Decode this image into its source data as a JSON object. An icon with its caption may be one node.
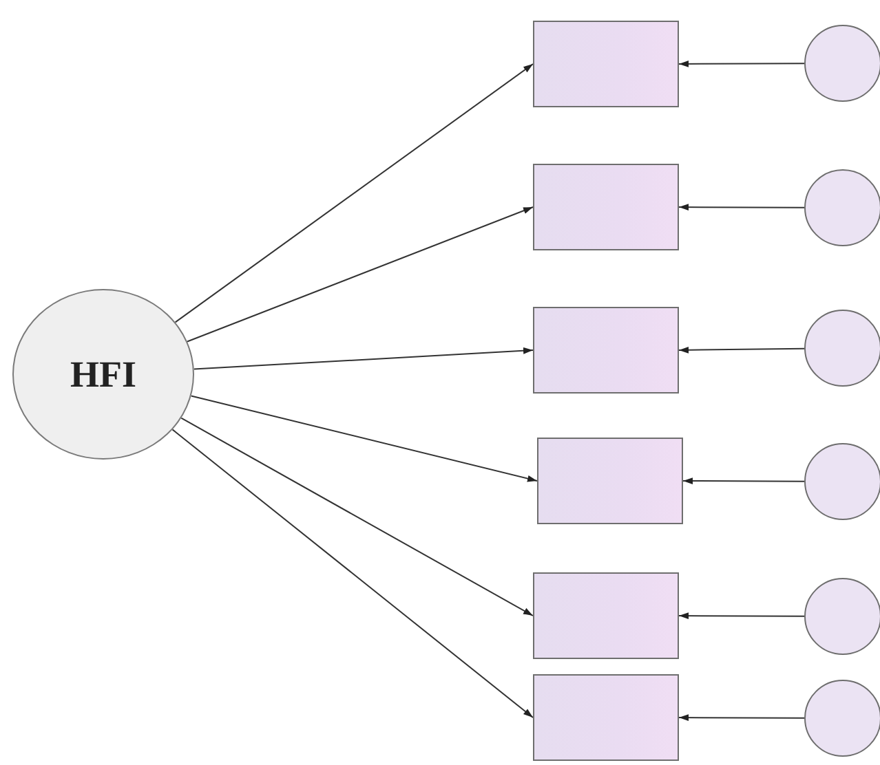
{
  "diagram": {
    "nodes": [
      {
        "text": [
          "HFI"
        ]
      },
      {
        "text": [],
        "shape": "box"
      },
      {
        "text": [],
        "shape": "box"
      },
      {
        "text": [],
        "shape": "box"
      },
      {
        "text": [],
        "shape": "box"
      },
      {
        "text": [],
        "shape": "box"
      },
      {
        "text": [],
        "shape": "box"
      },
      {
        "text": [],
        "shape": "circle"
      },
      {
        "text": [],
        "shape": "circle"
      },
      {
        "text": [],
        "shape": "circle"
      },
      {
        "text": [],
        "shape": "circle"
      },
      {
        "text": [],
        "shape": "circle"
      },
      {
        "text": [],
        "shape": "circle"
      }
    ],
    "edges": [
      {
        "from": 0,
        "to": 1,
        "arrow": "to"
      },
      {
        "from": 0,
        "to": 2,
        "arrow": "to"
      },
      {
        "from": 0,
        "to": 3,
        "arrow": "to"
      },
      {
        "from": 0,
        "to": 4,
        "arrow": "to"
      },
      {
        "from": 0,
        "to": 5,
        "arrow": "to"
      },
      {
        "from": 0,
        "to": 6,
        "arrow": "to"
      },
      {
        "from": 7,
        "to": 1,
        "arrow": "to"
      },
      {
        "from": 8,
        "to": 2,
        "arrow": "to"
      },
      {
        "from": 9,
        "to": 3,
        "arrow": "to"
      },
      {
        "from": 10,
        "to": 4,
        "arrow": "to"
      },
      {
        "from": 11,
        "to": 5,
        "arrow": "to"
      },
      {
        "from": 12,
        "to": 6,
        "arrow": "to"
      }
    ]
  }
}
